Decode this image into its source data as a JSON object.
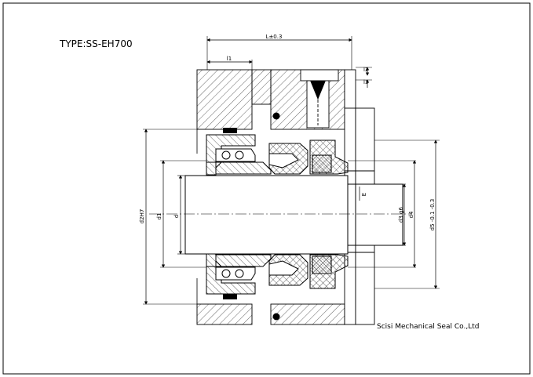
{
  "title": "TYPE:SS-EH700",
  "company": "Scisi Mechanical Seal Co.,Ltd",
  "dimensions": {
    "overall_length": "L±0.3",
    "length_1": "l1",
    "length_2": "l2",
    "length_3": "l3",
    "bore_diameter": "d2H7",
    "diameter_1": "d1",
    "shaft_diameter": "d",
    "shaft_diameter_3": "d3 g6",
    "diameter_4": "d4",
    "diameter_5": "d5 -0.1 -0.3",
    "small_offset": "E"
  },
  "colors": {
    "line": "#000000",
    "background": "#ffffff"
  }
}
